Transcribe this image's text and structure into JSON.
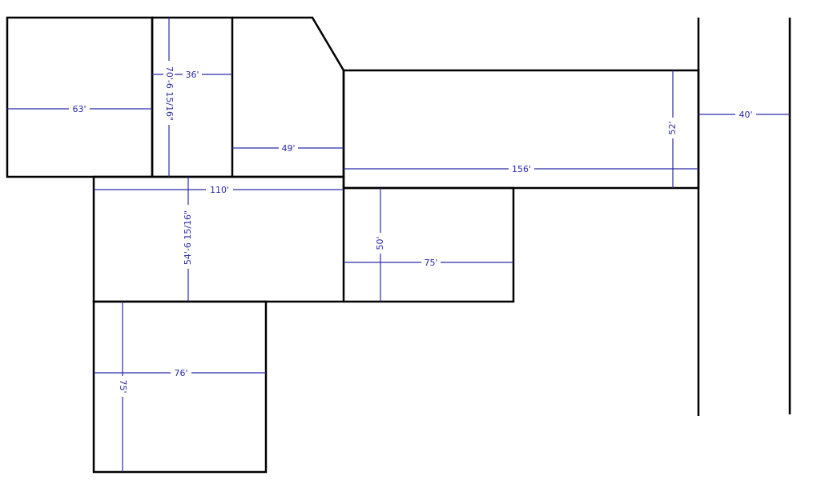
{
  "colors": {
    "outline": "#000000",
    "dimension": "#2a2aa8",
    "background": "#ffffff"
  },
  "dimensions": {
    "d63": "63'",
    "d36": "36'",
    "d70": "70'-6 15/16\"",
    "d49": "49'",
    "d156": "156'",
    "d52": "52'",
    "d40": "40'",
    "d110": "110'",
    "d54": "54'-6 15/16\"",
    "d50": "50'",
    "d75a": "75'",
    "d76": "76'",
    "d75b": "75'"
  }
}
